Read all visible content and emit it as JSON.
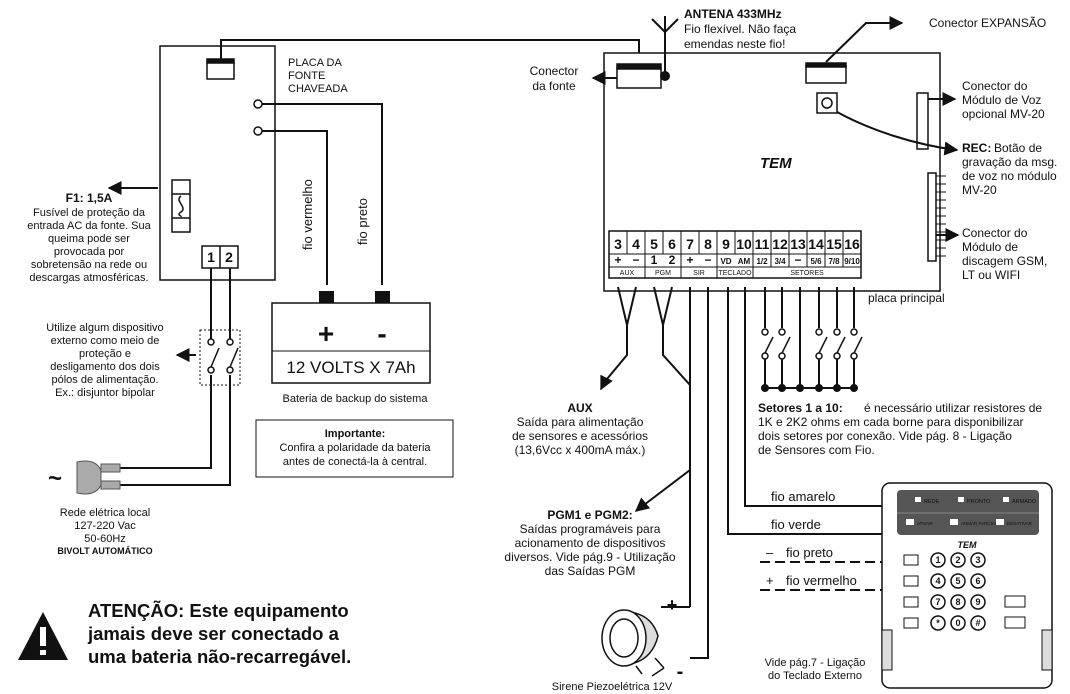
{
  "antenna": {
    "title": "ANTENA 433MHz",
    "line1": "Fio flexível. Não faça",
    "line2": "emendas neste fio!"
  },
  "expansion_label": "Conector EXPANSÃO",
  "conector_fonte": {
    "line1": "Conector",
    "line2": "da fonte"
  },
  "psu": {
    "line1": "PLACA DA",
    "line2": "FONTE",
    "line3": "CHAVEADA"
  },
  "wires": {
    "red": "fio vermelho",
    "black": "fio preto"
  },
  "voice": {
    "line1": "Conector do",
    "line2": "Módulo de Voz",
    "line3": "opcional MV-20"
  },
  "rec": {
    "bold": "REC:",
    "line1rest": "Botão de",
    "line2": "gravação da msg.",
    "line3": "de voz no módulo",
    "line4": "MV-20"
  },
  "gsm": {
    "line1": "Conector do",
    "line2": "Módulo de",
    "line3": "discagem GSM,",
    "line4": "LT ou WIFI"
  },
  "fuse": {
    "title": "F1: 1,5A",
    "line1": "Fusível de proteção da",
    "line2": "entrada AC da fonte. Sua",
    "line3": "queima pode ser",
    "line4": "provocada por",
    "line5": "sobretensão na rede ou",
    "line6": "descargas atmosféricas."
  },
  "psu_terminals": [
    "1",
    "2"
  ],
  "battery": {
    "plus": "+",
    "minus": "-",
    "label": "12 VOLTS X 7Ah",
    "caption": "Bateria de backup do sistema"
  },
  "breaker": {
    "line1": "Utilize algum dispositivo",
    "line2": "externo como meio de",
    "line3": "proteção e",
    "line4": "desligamento dos dois",
    "line5": "pólos de alimentação.",
    "line6": "Ex.: disjuntor bipolar"
  },
  "important": {
    "title": "Importante:",
    "line1": "Confira a polaridade da bateria",
    "line2": "antes de conectá-la à central."
  },
  "mains": {
    "symbol": "~",
    "line1": "Rede elétrica local",
    "line2": "127-220 Vac",
    "line3": "50-60Hz",
    "line4": "BIVOLT AUTOMÁTICO"
  },
  "warning": {
    "line1": "ATENÇÃO: Este equipamento",
    "line2": "jamais deve ser conectado a",
    "line3": "uma bateria não-recarregável."
  },
  "brand": "TEM",
  "terminals": {
    "numbers": [
      "3",
      "4",
      "5",
      "6",
      "7",
      "8",
      "9",
      "10",
      "11",
      "12",
      "13",
      "14",
      "15",
      "16"
    ],
    "sub": [
      "+",
      "−",
      "1",
      "2",
      "+",
      "−",
      "VD",
      "AM",
      "1/2",
      "3/4",
      "−",
      "5/6",
      "7/8",
      "9/10"
    ],
    "groups": {
      "aux": "AUX",
      "pgm": "PGM",
      "sir": "SIR",
      "teclado": "TECLADO",
      "setores": "SETORES"
    }
  },
  "main_board": "placa principal",
  "aux": {
    "title": "AUX",
    "line1": "Saída para alimentação",
    "line2": "de sensores e acessórios",
    "line3": "(13,6Vcc x 400mA máx.)"
  },
  "setores": {
    "bold": "Setores 1 a 10:",
    "line1rest": "é necessário utilizar resistores de",
    "line2": "1K e 2K2 ohms em cada borne para disponibilizar",
    "line3": "dois setores por conexão. Vide pág. 8 - Ligação",
    "line4": "de Sensores com Fio."
  },
  "pgm": {
    "title": "PGM1 e PGM2:",
    "line1": "Saídas programáveis para",
    "line2": "acionamento de dispositivos",
    "line3": "diversos. Vide pág.9 - Utilização",
    "line4": "das Saídas PGM"
  },
  "keypad_wires": {
    "yellow": "fio amarelo",
    "green": "fio verde",
    "black": "fio preto",
    "red": "fio vermelho",
    "minus": "–",
    "plus": "+"
  },
  "keypad": {
    "status": [
      "REDE",
      "PRONTO",
      "ARMADO"
    ],
    "modes": [
      "ATIVAR",
      "ARMAR PARCIAL",
      "DESATIVAR"
    ],
    "keys": [
      "1",
      "2",
      "3",
      "4",
      "5",
      "6",
      "7",
      "8",
      "9",
      "*",
      "0",
      "#"
    ],
    "brand": "TEM"
  },
  "siren": {
    "plus": "+",
    "minus": "-",
    "caption": "Sirene Piezoelétrica 12V"
  },
  "keypad_note": {
    "line1": "Vide pág.7 - Ligação",
    "line2": "do Teclado Externo"
  }
}
